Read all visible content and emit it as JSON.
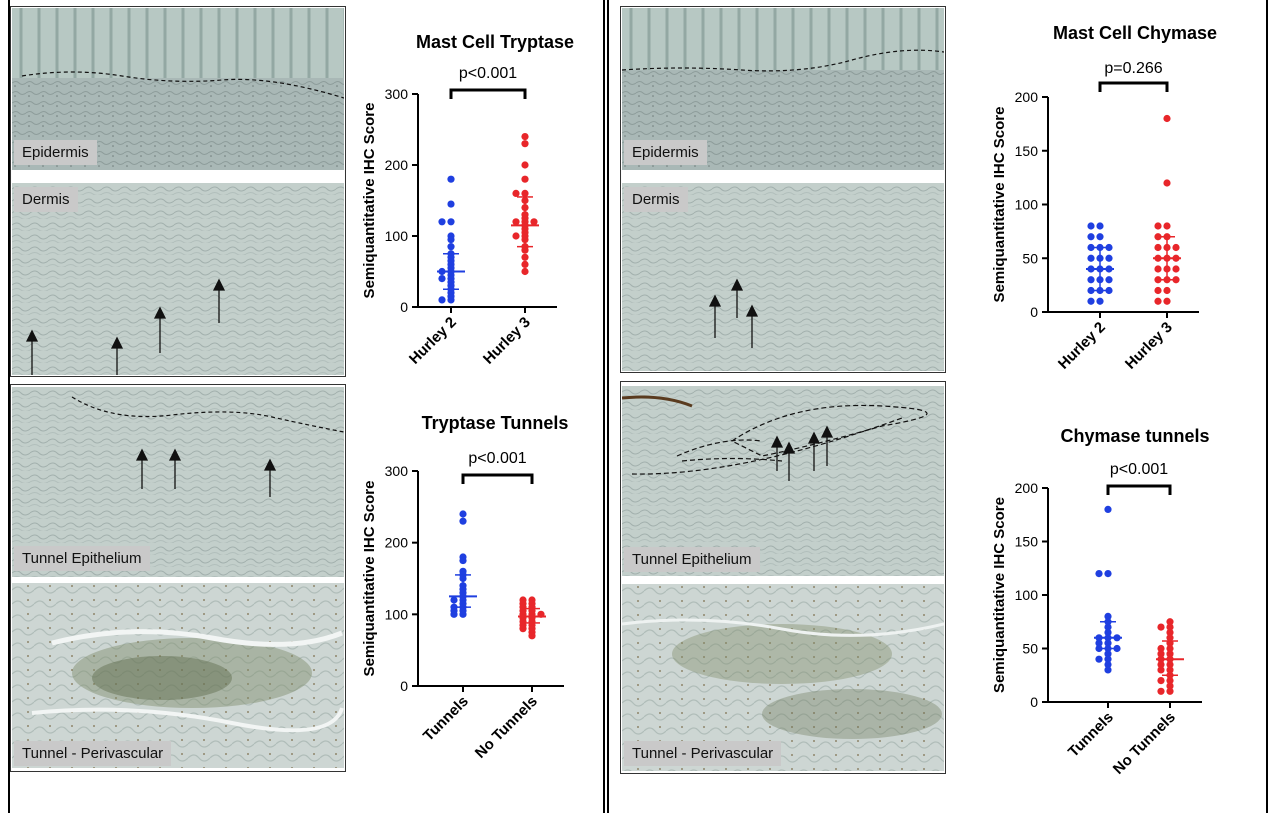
{
  "micrographs": {
    "left_top": {
      "epidermis_label": "Epidermis",
      "dermis_label": "Dermis"
    },
    "left_bottom": {
      "epithelium_label": "Tunnel Epithelium",
      "perivascular_label": "Tunnel - Perivascular"
    },
    "right_top": {
      "epidermis_label": "Epidermis",
      "dermis_label": "Dermis"
    },
    "right_bottom": {
      "epithelium_label": "Tunnel Epithelium",
      "perivascular_label": "Tunnel - Perivascular"
    }
  },
  "colors": {
    "blue": "#1f3fe0",
    "red": "#e8262a",
    "tissue": "#b9c7c3"
  },
  "chart_data": [
    {
      "type": "scatter",
      "title": "Mast Cell Tryptase",
      "ylabel": "Semiquantitative  IHC Score",
      "categories": [
        "Hurley 2",
        "Hurley 3"
      ],
      "ylim": [
        0,
        300
      ],
      "yticks": [
        0,
        100,
        200,
        300
      ],
      "pvalue": "p<0.001",
      "series": [
        {
          "color": "blue",
          "values": [
            180,
            145,
            120,
            120,
            100,
            95,
            85,
            75,
            70,
            65,
            60,
            55,
            50,
            50,
            45,
            40,
            40,
            35,
            30,
            25,
            20,
            15,
            10,
            10
          ],
          "median": 50,
          "iqr": [
            25,
            75
          ]
        },
        {
          "color": "red",
          "values": [
            240,
            230,
            200,
            180,
            160,
            160,
            150,
            140,
            130,
            125,
            120,
            120,
            120,
            115,
            110,
            105,
            100,
            100,
            95,
            85,
            80,
            70,
            60,
            50
          ],
          "median": 115,
          "iqr": [
            85,
            155
          ]
        }
      ]
    },
    {
      "type": "scatter",
      "title": "Tryptase Tunnels",
      "ylabel": "Semiquantitative  IHC Score",
      "categories": [
        "Tunnels",
        "No Tunnels"
      ],
      "ylim": [
        0,
        300
      ],
      "yticks": [
        0,
        100,
        200,
        300
      ],
      "pvalue": "p<0.001",
      "series": [
        {
          "color": "blue",
          "values": [
            240,
            230,
            180,
            175,
            160,
            155,
            150,
            140,
            135,
            130,
            125,
            120,
            120,
            115,
            110,
            110,
            105,
            105,
            100,
            100
          ],
          "median": 125,
          "iqr": [
            110,
            155
          ]
        },
        {
          "color": "red",
          "values": [
            120,
            120,
            115,
            115,
            110,
            110,
            105,
            105,
            100,
            100,
            100,
            95,
            95,
            90,
            90,
            85,
            85,
            80,
            80,
            75,
            70
          ],
          "median": 97,
          "iqr": [
            88,
            108
          ]
        }
      ]
    },
    {
      "type": "scatter",
      "title": "Mast Cell Chymase",
      "ylabel": "Semiquantitative  IHC Score",
      "categories": [
        "Hurley 2",
        "Hurley 3"
      ],
      "ylim": [
        0,
        200
      ],
      "yticks": [
        0,
        50,
        100,
        150,
        200
      ],
      "pvalue": "p=0.266",
      "series": [
        {
          "color": "blue",
          "values": [
            80,
            80,
            70,
            70,
            60,
            60,
            60,
            50,
            50,
            50,
            40,
            40,
            40,
            30,
            30,
            30,
            20,
            20,
            20,
            10,
            10
          ],
          "median": 40,
          "iqr": [
            20,
            60
          ]
        },
        {
          "color": "red",
          "values": [
            180,
            120,
            80,
            80,
            70,
            70,
            60,
            60,
            60,
            50,
            50,
            50,
            40,
            40,
            40,
            30,
            30,
            30,
            20,
            20,
            10,
            10
          ],
          "median": 50,
          "iqr": [
            30,
            70
          ]
        }
      ]
    },
    {
      "type": "scatter",
      "title": "Chymase tunnels",
      "ylabel": "Semiquantitative  IHC Score",
      "categories": [
        "Tunnels",
        "No Tunnels"
      ],
      "ylim": [
        0,
        200
      ],
      "yticks": [
        0,
        50,
        100,
        150,
        200
      ],
      "pvalue": "p<0.001",
      "series": [
        {
          "color": "blue",
          "values": [
            180,
            120,
            120,
            80,
            75,
            70,
            65,
            60,
            60,
            60,
            55,
            55,
            50,
            50,
            50,
            45,
            40,
            40,
            35,
            30
          ],
          "median": 60,
          "iqr": [
            50,
            75
          ]
        },
        {
          "color": "red",
          "values": [
            75,
            70,
            70,
            65,
            60,
            55,
            50,
            50,
            45,
            45,
            40,
            40,
            35,
            35,
            30,
            30,
            25,
            20,
            20,
            15,
            10,
            10
          ],
          "median": 40,
          "iqr": [
            25,
            57
          ]
        }
      ]
    }
  ]
}
